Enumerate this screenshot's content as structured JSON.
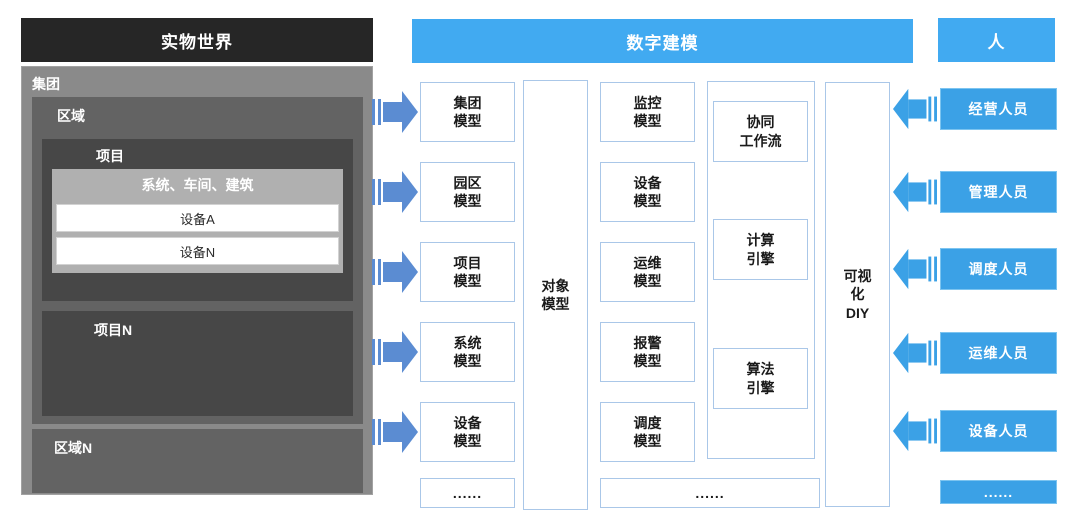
{
  "physical": {
    "header": "实物世界",
    "group": "集团",
    "region": "区域",
    "project": "项目",
    "system": "系统、车间、建筑",
    "device_a": "设备A",
    "device_n": "设备N",
    "project_n": "项目N",
    "region_n": "区域N"
  },
  "digital": {
    "header": "数字建模",
    "object_column": [
      "集团\n模型",
      "园区\n模型",
      "项目\n模型",
      "系统\n模型",
      "设备\n模型",
      "......"
    ],
    "object_model": "对象\n模型",
    "business_column": [
      "监控\n模型",
      "设备\n模型",
      "运维\n模型",
      "报警\n模型",
      "调度\n模型"
    ],
    "business_more": "......",
    "workflow": "协同\n工作流",
    "compute_engine": "计算\n引擎",
    "algorithm_engine": "算法\n引擎",
    "visual_diy": "可视\n化\nDIY"
  },
  "people": {
    "header": "人",
    "roles": [
      "经营人员",
      "管理人员",
      "调度人员",
      "运维人员",
      "设备人员",
      "......"
    ]
  },
  "colors": {
    "dark_header": "#262626",
    "blue_header": "#41aaf1",
    "role_blue": "#3ba1e6",
    "inbound_arrow": "#5b8cd2",
    "outbound_arrow": "#3ba1e6",
    "node_border": "#aac7e8"
  }
}
